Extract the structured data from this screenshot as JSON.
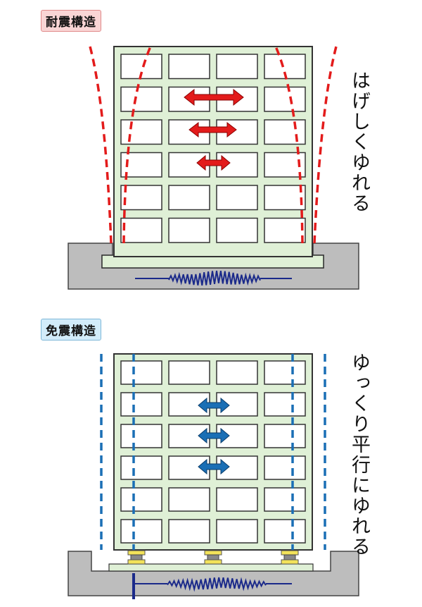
{
  "sections": [
    {
      "id": "rigid",
      "label": "耐震構造",
      "description": "はげしくゆれる",
      "accent": "#e31b1b"
    },
    {
      "id": "isolated",
      "label": "免震構造",
      "description": "ゆっくり平行にゆれる",
      "accent": "#1a6fb5"
    }
  ],
  "colors": {
    "building_fill": "#dff0d6",
    "building_stroke": "#333333",
    "ground": "#bdbdbd",
    "wave": "#1b2a8a",
    "bearing": "#f2e25a"
  },
  "icons": [
    "double-arrow-icon",
    "seismic-wave-icon",
    "isolation-bearing-icon"
  ]
}
